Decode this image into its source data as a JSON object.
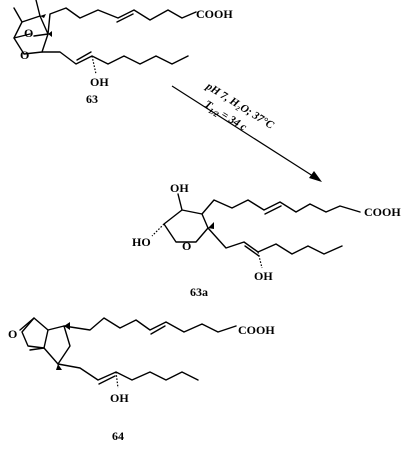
{
  "compounds": {
    "c63": {
      "id": "63",
      "groups": {
        "acid": "COOH",
        "ring_o_bridge": "O",
        "ring_o": "O",
        "hydroxyl": "OH"
      }
    },
    "c63a": {
      "id": "63a",
      "groups": {
        "acid": "COOH",
        "hydroxyl_top": "OH",
        "hydroxyl_left": "HO",
        "ring_o": "O",
        "hydroxyl_chain": "OH"
      }
    },
    "c64": {
      "id": "64",
      "groups": {
        "acid": "COOH",
        "ring_o": "O",
        "hydroxyl": "OH"
      }
    }
  },
  "reaction": {
    "conditions_line1": "pH 7, H₂O; 37°C",
    "conditions_line2": "T",
    "conditions_sub": "1/2",
    "conditions_line2_rest": " = 34 c"
  }
}
